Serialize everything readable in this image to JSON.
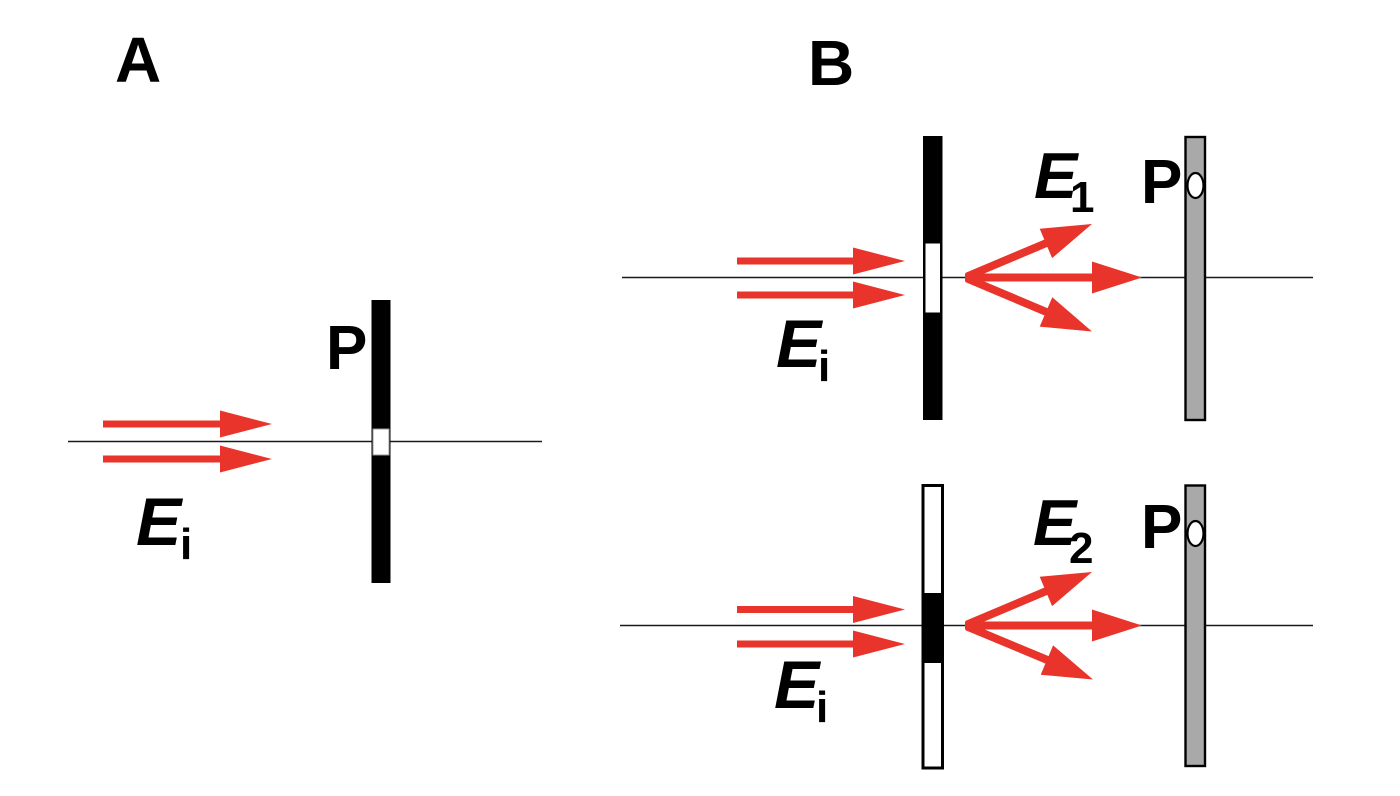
{
  "colors": {
    "background": "#ffffff",
    "arrow_red": "#e8342b",
    "screen_black": "#000000",
    "detector_gray": "#a9a9a9",
    "axis_line": "#1a1a1a",
    "hole_white": "#ffffff"
  },
  "panel_a": {
    "label": "A",
    "aperture_screen_label": "P",
    "incident_field": {
      "symbol": "E",
      "subscript": "i"
    }
  },
  "panel_b": {
    "label": "B",
    "top_row": {
      "incident_field": {
        "symbol": "E",
        "subscript": "i"
      },
      "transmitted_field": {
        "symbol": "E",
        "subscript": "1"
      },
      "detector_screen_label": "P"
    },
    "bottom_row": {
      "incident_field": {
        "symbol": "E",
        "subscript": "i"
      },
      "transmitted_field": {
        "symbol": "E",
        "subscript": "2"
      },
      "detector_screen_label": "P"
    }
  }
}
